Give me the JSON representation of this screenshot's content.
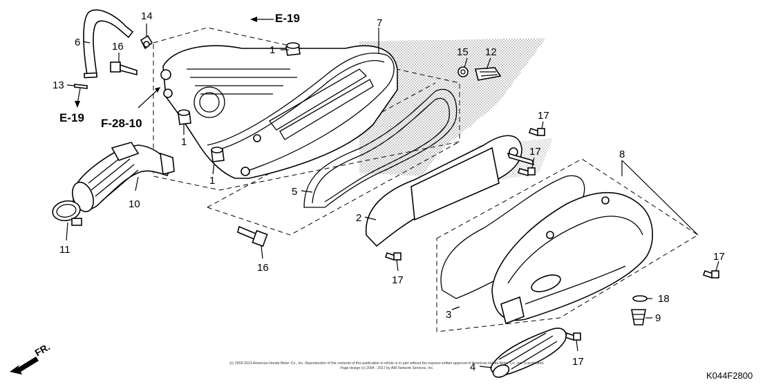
{
  "callouts": {
    "p1a": "1",
    "p1b": "1",
    "p1c": "1",
    "p2": "2",
    "p3": "3",
    "p4": "4",
    "p5": "5",
    "p6": "6",
    "p7": "7",
    "p8": "8",
    "p9": "9",
    "p10": "10",
    "p11": "11",
    "p12": "12",
    "p13": "13",
    "p14": "14",
    "p15": "15",
    "p16a": "16",
    "p16b": "16",
    "p17a": "17",
    "p17b": "17",
    "p17c": "17",
    "p17d": "17",
    "p17e": "17",
    "p18": "18"
  },
  "refs": {
    "e19_top": "E-19",
    "e19_left": "E-19",
    "f2810": "F-28-10"
  },
  "direction": "FR.",
  "diagram_code": "K044F2800",
  "copyright": {
    "line1": "(c) 2003-2013 American Honda Motor Co., Inc. Reproduction of the contents of this publication in whole or in part without the express written approval of American Honda Motor Co., Inc. is prohibited.",
    "line2": "Page design (c) 2004 - 2017 by ARI Network Services, Inc."
  }
}
